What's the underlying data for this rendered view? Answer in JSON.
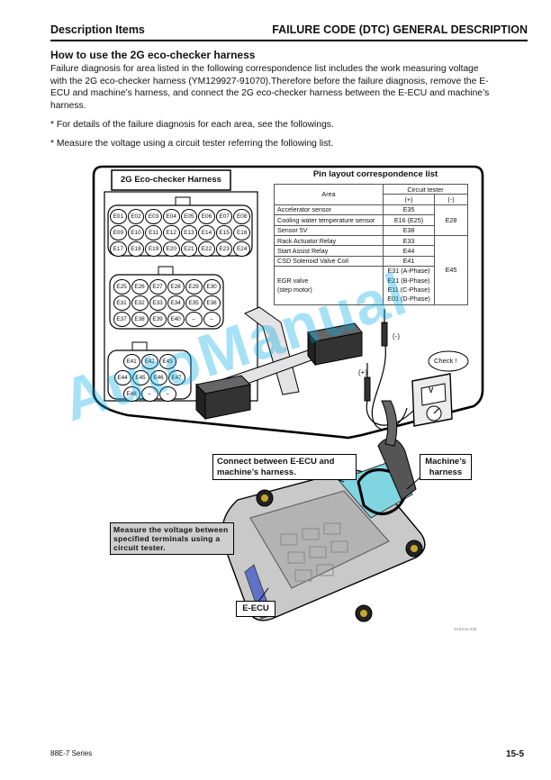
{
  "header": {
    "left": "Description Items",
    "right": "FAILURE CODE (DTC) GENERAL DESCRIPTION"
  },
  "section_title": "How to use the 2G eco-checker harness",
  "body": {
    "line1": "Failure diagnosis for area listed in the following correspondence list includes the work measuring voltage",
    "line2": "with the 2G eco-checker harness (YM129927-91070).Therefore before the failure diagnosis, remove the E-",
    "line3": "ECU and machine’s harness, and connect the 2G eco-checker harness between the E-ECU and machine’s",
    "line4": "harness."
  },
  "notes": [
    "* For details of the failure diagnosis for each area, see the followings.",
    "* Measure the voltage using a circuit tester referring the following list."
  ],
  "figure": {
    "harness_title": "2G Eco-checker Harness",
    "connector1": {
      "row1": [
        "E01",
        "E02",
        "E03",
        "E04",
        "E05",
        "E06",
        "E07",
        "E08"
      ],
      "row2": [
        "E09",
        "E10",
        "E11",
        "E12",
        "E13",
        "E14",
        "E15",
        "E16"
      ],
      "row3": [
        "E17",
        "E18",
        "E19",
        "E20",
        "E21",
        "E22",
        "E23",
        "E24"
      ]
    },
    "connector2": {
      "row1": [
        "E25",
        "E26",
        "E27",
        "E28",
        "E29",
        "E30"
      ],
      "row2": [
        "E31",
        "E32",
        "E33",
        "E34",
        "E35",
        "E36"
      ],
      "row3": [
        "E37",
        "E38",
        "E39",
        "E40",
        "–",
        "–"
      ]
    },
    "connector3": {
      "row1": [
        "E41",
        "E42",
        "E43"
      ],
      "row2": [
        "E44",
        "E45",
        "E46",
        "E47"
      ],
      "row3": [
        "E48",
        "–",
        "–"
      ]
    },
    "pin_table": {
      "title": "Pin layout correspondence list",
      "col_area": "Area",
      "col_tester": "Circuit tester",
      "col_plus": "(+)",
      "col_minus": "(-)",
      "rows": [
        {
          "area": "Accelerator sensor",
          "plus": "E35"
        },
        {
          "area": "Cooling water temperature sensor",
          "plus": "E16 (E25)"
        },
        {
          "area": "Sensor 5V",
          "plus": "E38"
        },
        {
          "area": "Rack Actuator Relay",
          "plus": "E33"
        },
        {
          "area": "Start Assist Relay",
          "plus": "E44"
        },
        {
          "area": "CSD Solenoid Valve Coil",
          "plus": "E41"
        }
      ],
      "egr_area1": "EGR valve",
      "egr_area2": "(step motor)",
      "egr_plus": [
        "E31 (A-Phase)",
        "E21 (B-Phase)",
        "E11 (C-Phase)",
        "E01 (D-Phase)"
      ],
      "minus_group1": "E28",
      "minus_group2": "E45"
    },
    "probe_neg": "(-)",
    "probe_pos": "(+)",
    "check_label": "Check !",
    "meter_symbol": "V",
    "callout_connect": "Connect between E-ECU and machine’s harness.",
    "callout_machine": "Machine’s harness",
    "callout_measure": "Measure the voltage between specified terminals using a circuit tester.",
    "callout_ecu": "E-ECU",
    "figure_code": "3CE010-03E"
  },
  "watermark": "AutoManual",
  "footer": {
    "left": "88E-7 Series",
    "right": "15-5"
  },
  "colors": {
    "ecu_blue": "#5f72c8",
    "harness_cyan": "#7fd6e0",
    "watermark": "#00aae6"
  }
}
